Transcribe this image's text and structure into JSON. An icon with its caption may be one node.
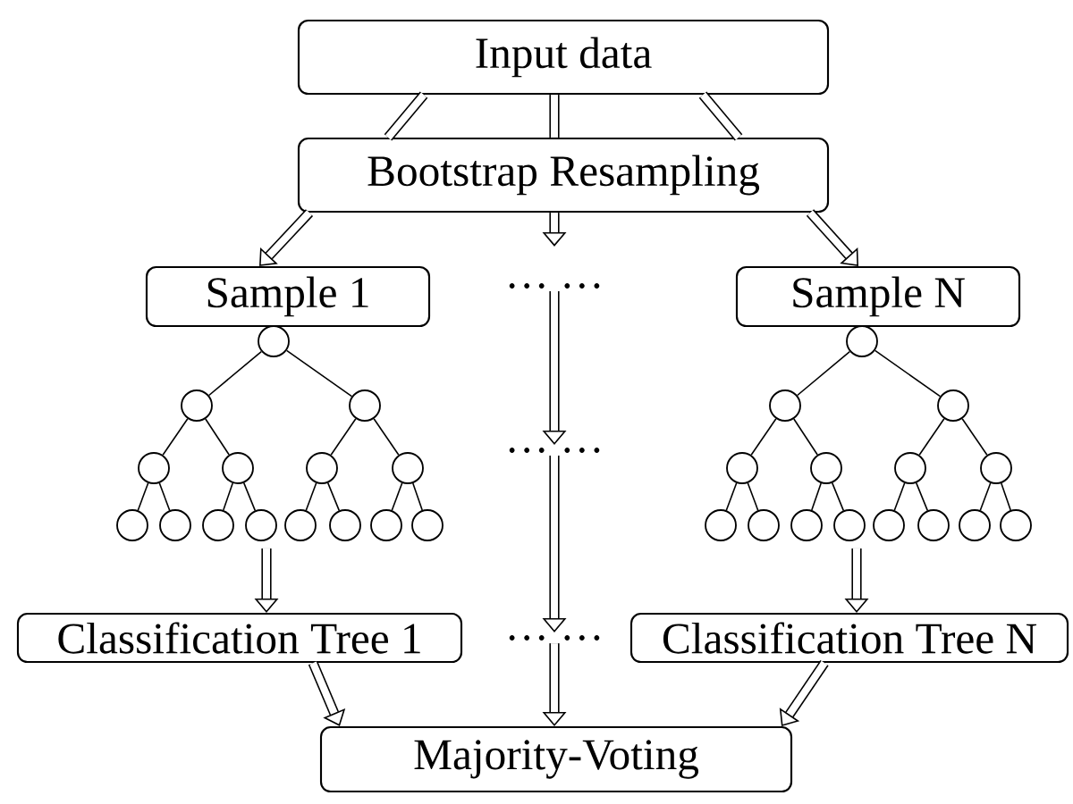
{
  "diagram": {
    "nodes": [
      {
        "text": [
          "Input data"
        ]
      },
      {
        "text": [
          "Bootstrap Resampling"
        ]
      },
      {
        "text": [
          "Sample 1"
        ]
      },
      {
        "text": [
          "… …"
        ]
      },
      {
        "text": [
          "Sample N"
        ]
      },
      {
        "text": [],
        "shape": "circle"
      },
      {
        "text": [],
        "shape": "circle"
      },
      {
        "text": [],
        "shape": "circle"
      },
      {
        "text": [],
        "shape": "circle"
      },
      {
        "text": [],
        "shape": "circle"
      },
      {
        "text": [],
        "shape": "circle"
      },
      {
        "text": [],
        "shape": "circle"
      },
      {
        "text": [],
        "shape": "circle"
      },
      {
        "text": [],
        "shape": "circle"
      },
      {
        "text": [],
        "shape": "circle"
      },
      {
        "text": [],
        "shape": "circle"
      },
      {
        "text": [],
        "shape": "circle"
      },
      {
        "text": [],
        "shape": "circle"
      },
      {
        "text": [],
        "shape": "circle"
      },
      {
        "text": [],
        "shape": "circle"
      },
      {
        "text": [],
        "shape": "circle"
      },
      {
        "text": [],
        "shape": "circle"
      },
      {
        "text": [],
        "shape": "circle"
      },
      {
        "text": [],
        "shape": "circle"
      },
      {
        "text": [],
        "shape": "circle"
      },
      {
        "text": [],
        "shape": "circle"
      },
      {
        "text": [],
        "shape": "circle"
      },
      {
        "text": [],
        "shape": "circle"
      },
      {
        "text": [],
        "shape": "circle"
      },
      {
        "text": [],
        "shape": "circle"
      },
      {
        "text": [],
        "shape": "circle"
      },
      {
        "text": [],
        "shape": "circle"
      },
      {
        "text": [],
        "shape": "circle"
      },
      {
        "text": [],
        "shape": "circle"
      },
      {
        "text": [],
        "shape": "circle"
      },
      {
        "text": [
          "… …"
        ]
      },
      {
        "text": [
          "Classification Tree 1"
        ]
      },
      {
        "text": [
          "… …"
        ]
      },
      {
        "text": [
          "Classification Tree N"
        ]
      },
      {
        "text": [
          "Majority-Voting"
        ]
      }
    ],
    "edges": [
      {
        "from": 0,
        "to": 1,
        "arrow": "none",
        "style": "thick"
      },
      {
        "from": 0,
        "to": 1,
        "arrow": "none",
        "style": "thick"
      },
      {
        "from": 0,
        "to": 1,
        "arrow": "none",
        "style": "thick"
      },
      {
        "from": 1,
        "to": 2,
        "arrow": "to",
        "style": "thick"
      },
      {
        "from": 1,
        "to": 3,
        "arrow": "to",
        "style": "thick"
      },
      {
        "from": 1,
        "to": 4,
        "arrow": "to",
        "style": "thick"
      },
      {
        "from": 3,
        "to": 35,
        "arrow": "to",
        "style": "thick"
      },
      {
        "from": 35,
        "to": 37,
        "arrow": "to",
        "style": "thick"
      },
      {
        "from": 37,
        "to": 39,
        "arrow": "to",
        "style": "thick"
      },
      {
        "from": 15,
        "to": 36,
        "arrow": "to",
        "style": "thick"
      },
      {
        "from": 30,
        "to": 38,
        "arrow": "to",
        "style": "thick"
      },
      {
        "from": 36,
        "to": 39,
        "arrow": "to",
        "style": "thick"
      },
      {
        "from": 38,
        "to": 39,
        "arrow": "to",
        "style": "thick"
      },
      {
        "from": 5,
        "to": 6,
        "arrow": "none"
      },
      {
        "from": 5,
        "to": 7,
        "arrow": "none"
      },
      {
        "from": 6,
        "to": 8,
        "arrow": "none"
      },
      {
        "from": 6,
        "to": 9,
        "arrow": "none"
      },
      {
        "from": 7,
        "to": 10,
        "arrow": "none"
      },
      {
        "from": 7,
        "to": 11,
        "arrow": "none"
      },
      {
        "from": 8,
        "to": 12,
        "arrow": "none"
      },
      {
        "from": 8,
        "to": 13,
        "arrow": "none"
      },
      {
        "from": 9,
        "to": 14,
        "arrow": "none"
      },
      {
        "from": 9,
        "to": 15,
        "arrow": "none"
      },
      {
        "from": 10,
        "to": 16,
        "arrow": "none"
      },
      {
        "from": 10,
        "to": 17,
        "arrow": "none"
      },
      {
        "from": 11,
        "to": 18,
        "arrow": "none"
      },
      {
        "from": 11,
        "to": 19,
        "arrow": "none"
      },
      {
        "from": 20,
        "to": 21,
        "arrow": "none"
      },
      {
        "from": 20,
        "to": 22,
        "arrow": "none"
      },
      {
        "from": 21,
        "to": 23,
        "arrow": "none"
      },
      {
        "from": 21,
        "to": 24,
        "arrow": "none"
      },
      {
        "from": 22,
        "to": 25,
        "arrow": "none"
      },
      {
        "from": 22,
        "to": 26,
        "arrow": "none"
      },
      {
        "from": 23,
        "to": 27,
        "arrow": "none"
      },
      {
        "from": 23,
        "to": 28,
        "arrow": "none"
      },
      {
        "from": 24,
        "to": 29,
        "arrow": "none"
      },
      {
        "from": 24,
        "to": 30,
        "arrow": "none"
      },
      {
        "from": 25,
        "to": 31,
        "arrow": "none"
      },
      {
        "from": 25,
        "to": 32,
        "arrow": "none"
      },
      {
        "from": 26,
        "to": 33,
        "arrow": "none"
      },
      {
        "from": 26,
        "to": 34,
        "arrow": "none"
      }
    ]
  }
}
